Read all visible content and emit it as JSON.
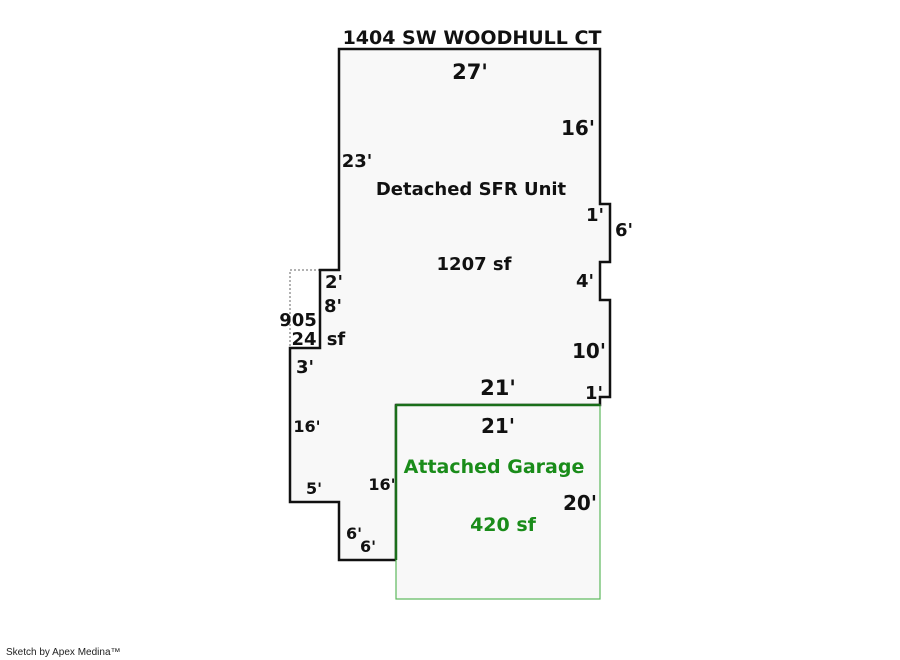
{
  "title": "1404 SW WOODHULL CT",
  "house": {
    "name": "Detached SFR Unit",
    "area": "1207 sf",
    "dims": {
      "top": "27'",
      "right_upper": "16'",
      "left_upper": "23'",
      "bump_top": "1'",
      "bump_side": "6'",
      "bump_bottom": "4'",
      "right_lower": "10'",
      "bottom_right": "1'",
      "bottom": "21'",
      "notch_top": "2'",
      "notch_side": "8'",
      "step": "3'",
      "left_lower": "16'",
      "lower_step": "5'",
      "garage_side": "16'",
      "bottom_step_a": "6'",
      "bottom_step_b": "6'"
    }
  },
  "small_area": {
    "line1": "905",
    "line2_a": "24",
    "line2_b": "sf"
  },
  "garage": {
    "name": "Attached Garage",
    "area": "420 sf",
    "top": "21'",
    "right": "20'",
    "color": "#1a8c1a"
  },
  "footer": "Sketch by Apex Medina™"
}
